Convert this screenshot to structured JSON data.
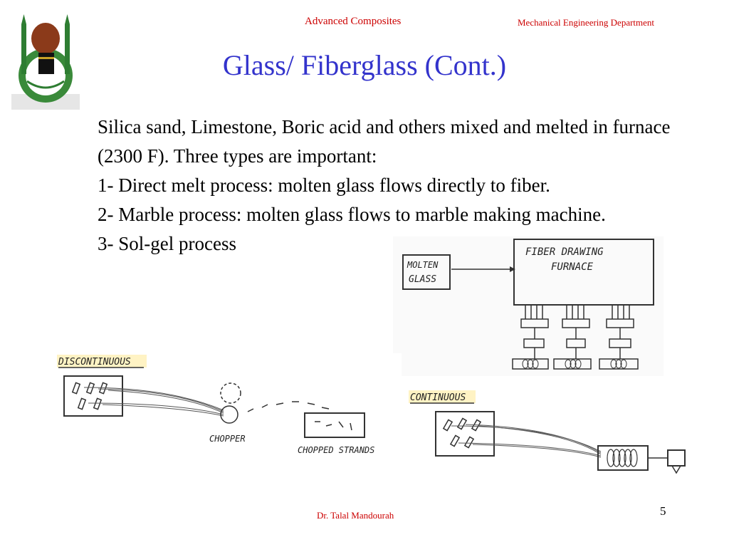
{
  "header": {
    "left": "Advanced Composites",
    "right": "Mechanical Engineering Department"
  },
  "title": "Glass/ Fiberglass (Cont.)",
  "body_lines": [
    "Silica sand, Limestone, Boric acid and others mixed and melted in furnace (2300 F). Three types are important:",
    "1- Direct melt process: molten glass flows directly to fiber.",
    "2- Marble process: molten glass flows to marble making machine.",
    "3- Sol-gel process"
  ],
  "sketches": {
    "furnace": {
      "molten_line1": "MOLTEN",
      "molten_line2": "GLASS",
      "furnace_line1": "FIBER DRAWING",
      "furnace_line2": "FURNACE"
    },
    "discontinuous": {
      "label": "DISCONTINUOUS",
      "chopper": "CHOPPER",
      "strands": "CHOPPED STRANDS"
    },
    "continuous": {
      "label": "CONTINUOUS"
    }
  },
  "footer": "Dr. Talal Mandourah",
  "page_number": "5",
  "colors": {
    "header": "#cc0000",
    "title": "#3333cc"
  }
}
